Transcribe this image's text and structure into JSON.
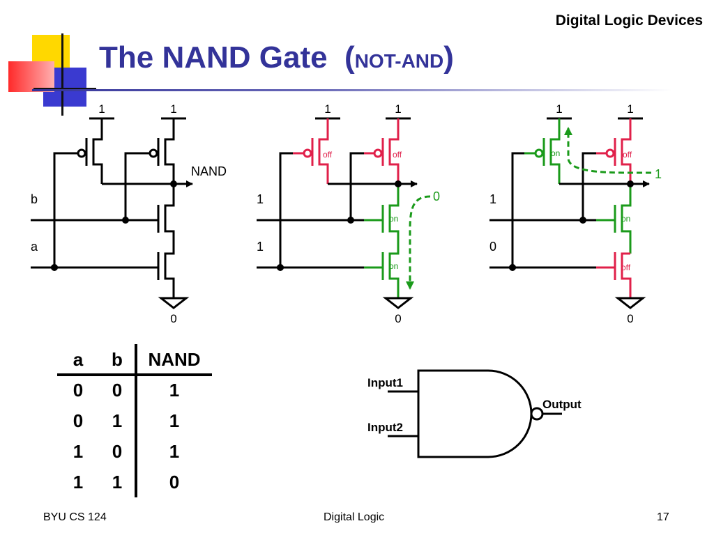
{
  "header": {
    "course_topic": "Digital Logic Devices"
  },
  "title": {
    "main": "The NAND Gate",
    "paren_open": "(",
    "sub": "NOT-AND",
    "paren_close": ")"
  },
  "circuit_left": {
    "vdd1": "1",
    "vdd2": "1",
    "output_label": "NAND",
    "input_b": "b",
    "input_a": "a",
    "ground": "0"
  },
  "circuit_middle": {
    "vdd1": "1",
    "vdd2": "1",
    "input_b": "1",
    "input_a": "1",
    "output": "0",
    "ground": "0",
    "p1_state": "off",
    "p2_state": "off",
    "n_top_state": "on",
    "n_bottom_state": "on"
  },
  "circuit_right": {
    "vdd1": "1",
    "vdd2": "1",
    "input_b": "1",
    "input_a": "0",
    "output": "1",
    "ground": "0",
    "p1_state": "on",
    "p2_state": "off",
    "n_top_state": "on",
    "n_bottom_state": "off"
  },
  "colors": {
    "on": "#1a9a1a",
    "off": "#e0204a",
    "title": "#333399",
    "flow": "#1a9a1a"
  },
  "truth_table": {
    "headers": [
      "a",
      "b",
      "NAND"
    ],
    "rows": [
      [
        "0",
        "0",
        "1"
      ],
      [
        "0",
        "1",
        "1"
      ],
      [
        "1",
        "0",
        "1"
      ],
      [
        "1",
        "1",
        "0"
      ]
    ]
  },
  "gate": {
    "input1": "Input1",
    "input2": "Input2",
    "output": "Output"
  },
  "footer": {
    "left": "BYU CS 124",
    "center": "Digital Logic",
    "right": "17"
  }
}
